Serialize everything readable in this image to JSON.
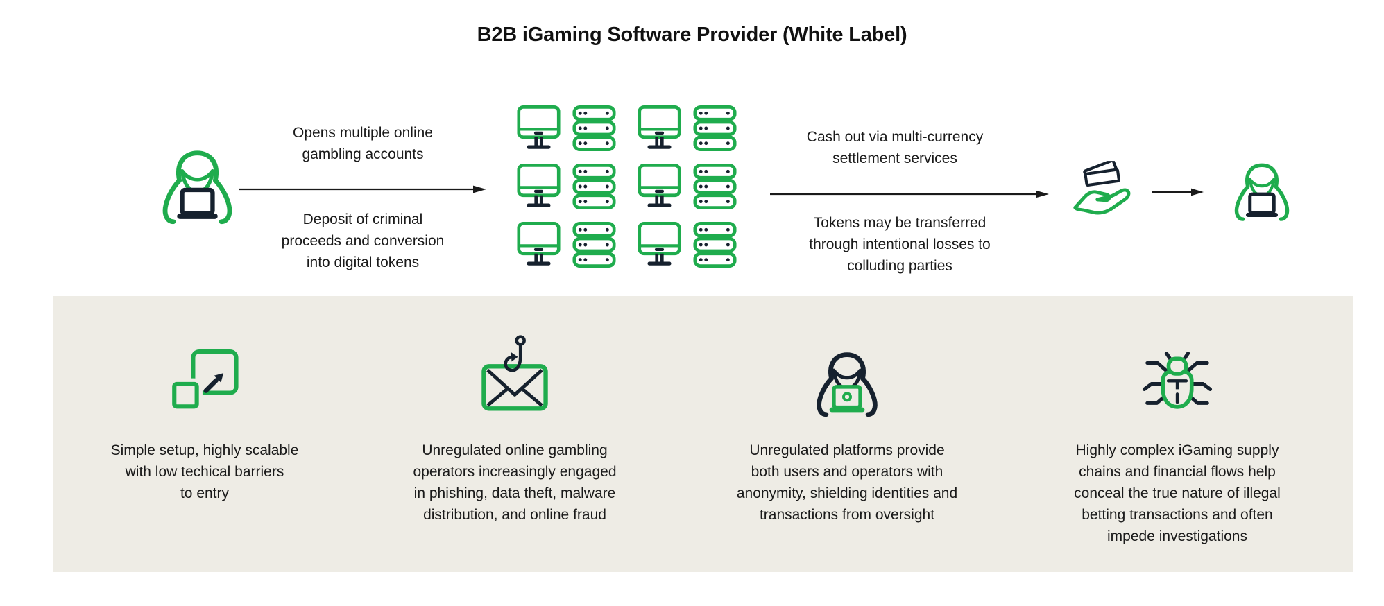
{
  "title": "B2B iGaming Software Provider (White Label)",
  "colors": {
    "green": "#1FAC4D",
    "navy": "#16212E",
    "text": "#1A1A1A",
    "arrow": "#1A1A1A",
    "panel_bg": "#EEECE5"
  },
  "flow": {
    "left_actor_icon": "hacker-with-laptop-icon",
    "step1": {
      "label_above": "Opens multiple online\ngambling accounts",
      "label_below": "Deposit of criminal\nproceeds and conversion\ninto digital tokens"
    },
    "platform_grid": {
      "rows": 3,
      "pattern": [
        "monitor-icon",
        "server-rack-icon",
        "monitor-icon",
        "server-rack-icon"
      ]
    },
    "step2": {
      "label_above": "Cash out via multi-currency\nsettlement services",
      "label_below": "Tokens may be transferred\nthrough intentional losses to\ncolluding parties"
    },
    "payout_icon": "hand-holding-cards-icon",
    "right_actor_icon": "hacker-with-laptop-icon"
  },
  "panel": {
    "cards": [
      {
        "icon": "scale-expand-icon",
        "text": "Simple setup, highly scalable\nwith low techical barriers\nto entry"
      },
      {
        "icon": "phishing-hook-envelope-icon",
        "text": "Unregulated online gambling\noperators increasingly engaged\nin phishing, data theft, malware\ndistribution, and online fraud"
      },
      {
        "icon": "anonymous-hacker-icon",
        "text": "Unregulated platforms provide\nboth users and operators with\nanonymity, shielding identities and\ntransactions from oversight"
      },
      {
        "icon": "malware-bug-icon",
        "text": "Highly complex iGaming supply\nchains and financial flows help\nconceal the true nature of illegal\nbetting transactions and often\nimpede investigations"
      }
    ]
  }
}
